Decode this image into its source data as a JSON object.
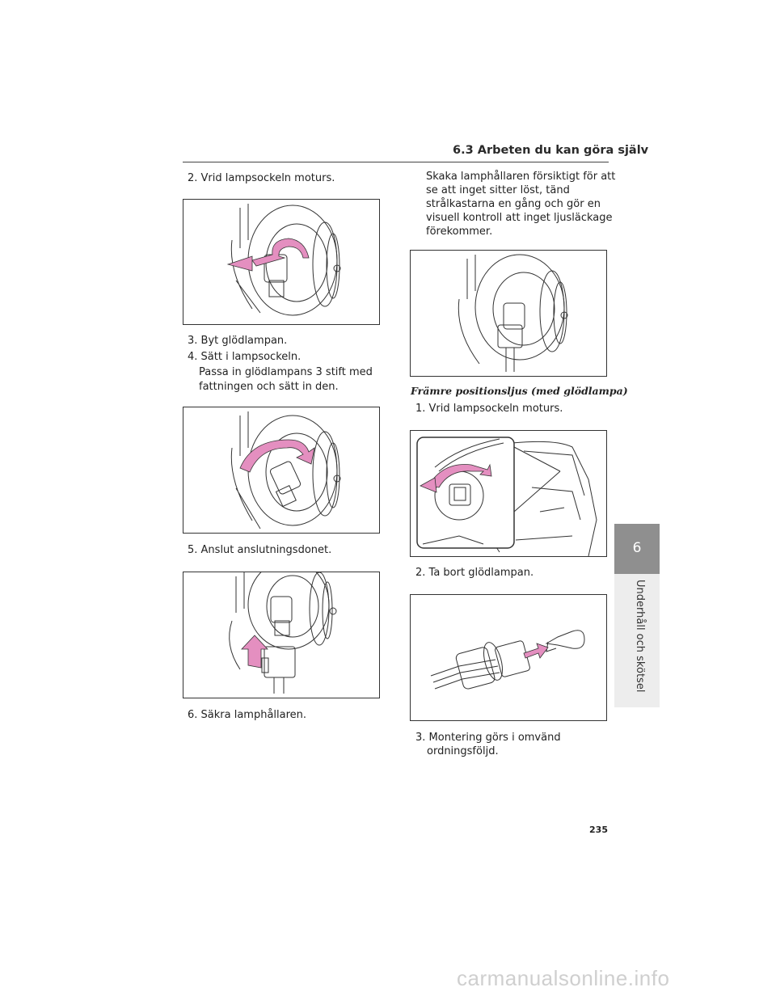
{
  "header": {
    "section_title": "6.3  Arbeten du kan göra själv"
  },
  "left_column": {
    "step2": "2. Vrid lampsockeln moturs.",
    "step3": "3. Byt glödlampan.",
    "step4": "4. Sätt i lampsockeln.",
    "step4_note_line1": "Passa in glödlampans 3 stift med",
    "step4_note_line2": "fattningen och sätt in den.",
    "step5": "5. Anslut anslutningsdonet.",
    "step6": "6. Säkra lamphållaren."
  },
  "right_column": {
    "intro_line1": "Skaka lamphållaren försiktigt för att",
    "intro_line2": "se att inget sitter löst, tänd",
    "intro_line3": "strålkastarna en gång och gör en",
    "intro_line4": "visuell kontroll att inget ljusläckage",
    "intro_line5": "förekommer.",
    "section_heading": "Främre positionsljus (med glödlampa)",
    "step1": "1. Vrid lampsockeln moturs.",
    "step2": "2. Ta bort glödlampan.",
    "step3_line1": "3. Montering görs i omvänd",
    "step3_line2": "ordningsföljd."
  },
  "chapter_tab": {
    "number": "6",
    "label": "Underhåll och skötsel"
  },
  "footer": {
    "page_number": "235"
  },
  "watermark": "carmanualsonline.info",
  "colors": {
    "arrow_pink": "#e48fc0",
    "tab_gray": "#8f8f8f",
    "tab_light": "#ededed"
  }
}
